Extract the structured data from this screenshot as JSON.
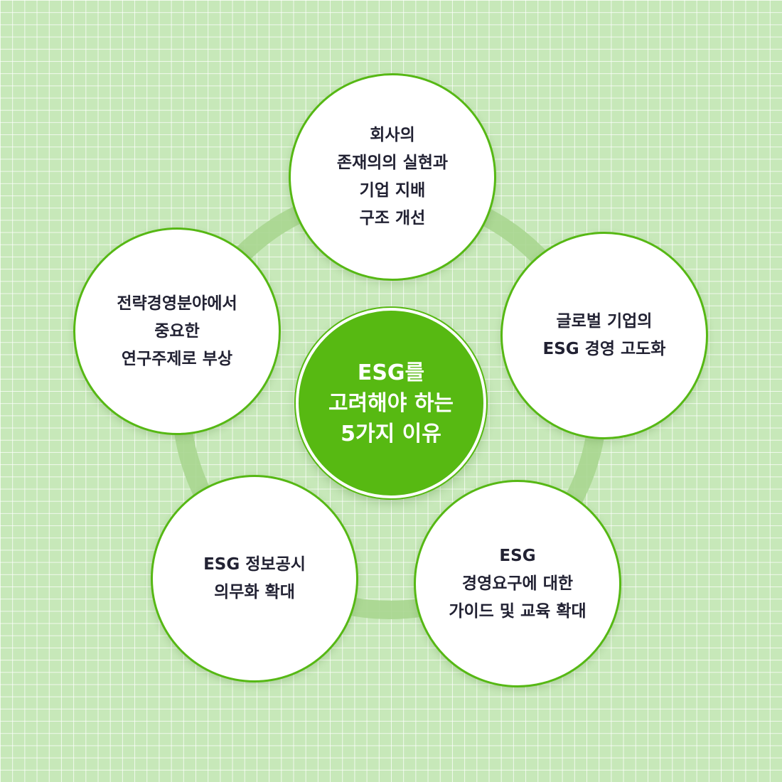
{
  "diagram": {
    "center": {
      "lines": [
        "ESG를",
        "고려해야 하는",
        "5가지 이유"
      ]
    },
    "nodes": {
      "top": {
        "lines": [
          "회사의",
          "존재의의 실현과",
          "기업 지배",
          "구조 개선"
        ]
      },
      "right": {
        "lines": [
          "글로벌 기업의",
          "ESG 경영 고도화"
        ]
      },
      "bottom_right": {
        "lines": [
          "ESG",
          "경영요구에 대한",
          "가이드 및 교육 확대"
        ]
      },
      "bottom_left": {
        "lines": [
          "ESG 정보공시",
          "의무화 확대"
        ]
      },
      "left": {
        "lines": [
          "전략경영분야에서",
          "중요한",
          "연구주제로 부상"
        ]
      }
    }
  },
  "colors": {
    "background": "#c7e8b9",
    "accent_green": "#57b912",
    "ring": "#a9d690",
    "text_dark": "#222233",
    "white": "#ffffff"
  }
}
